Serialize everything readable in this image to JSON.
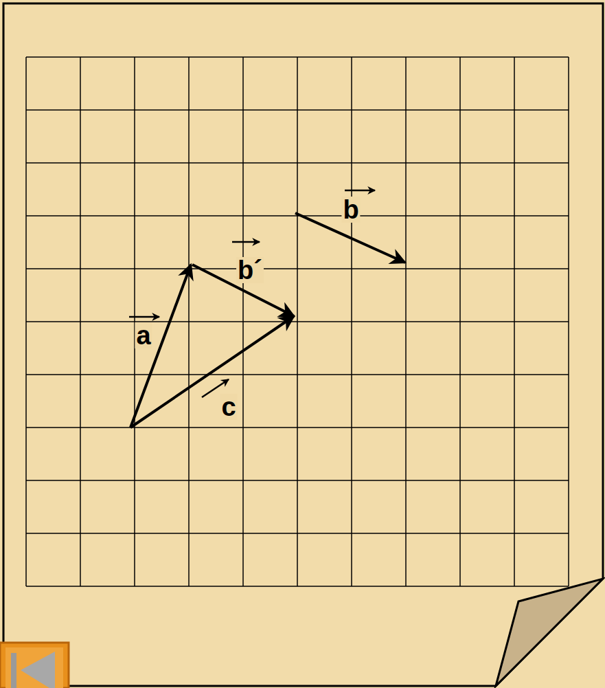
{
  "diagram": {
    "labels": [
      "a",
      "b´",
      "c",
      "b"
    ]
  }
}
